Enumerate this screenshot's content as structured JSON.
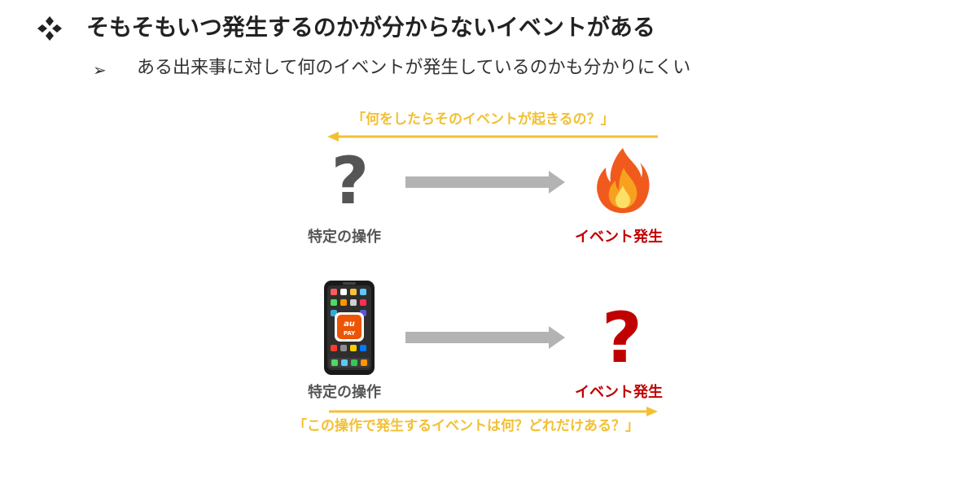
{
  "heading": {
    "bullet_icon": "four-diamond-bullet-icon",
    "title": "そもそもいつ発生するのかが分からないイベントがある"
  },
  "subpoint": {
    "bullet_glyph": "➢",
    "text": "ある出来事に対して何のイベントが発生しているのかも分かりにくい"
  },
  "diagram": {
    "top_caption": "「何をしたらそのイベントが起きるの？」",
    "row1": {
      "left_symbol": "?",
      "left_label": "特定の操作",
      "right_icon": "fire-icon",
      "right_label": "イベント発生"
    },
    "row2": {
      "left_icon": "smartphone-aupay-icon",
      "app_badge_line1": "au",
      "app_badge_line2": "PAY",
      "left_label": "特定の操作",
      "right_symbol": "?",
      "right_label": "イベント発生"
    },
    "bottom_caption": "「この操作で発生するイベントは何？どれだけある？」"
  },
  "colors": {
    "caption_yellow": "#f2c033",
    "arrow_gray": "#b3b3b3",
    "event_red": "#c00000",
    "text_dark": "#555555"
  }
}
